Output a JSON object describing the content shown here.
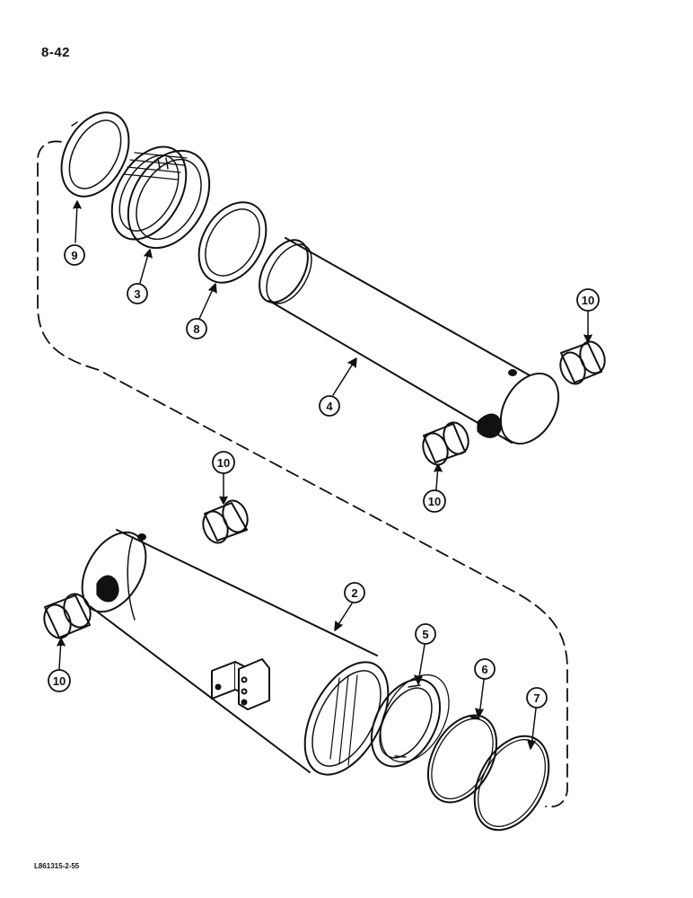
{
  "page": {
    "page_number": "8-42",
    "figure_code": "L861315-2-55"
  },
  "callouts": {
    "c9": "9",
    "c3": "3",
    "c8": "8",
    "c4": "4",
    "c10_top_right": "10",
    "c10_mid": "10",
    "c10_upper_left": "10",
    "c2": "2",
    "c5": "5",
    "c6": "6",
    "c7": "7",
    "c10_lower_left": "10"
  }
}
